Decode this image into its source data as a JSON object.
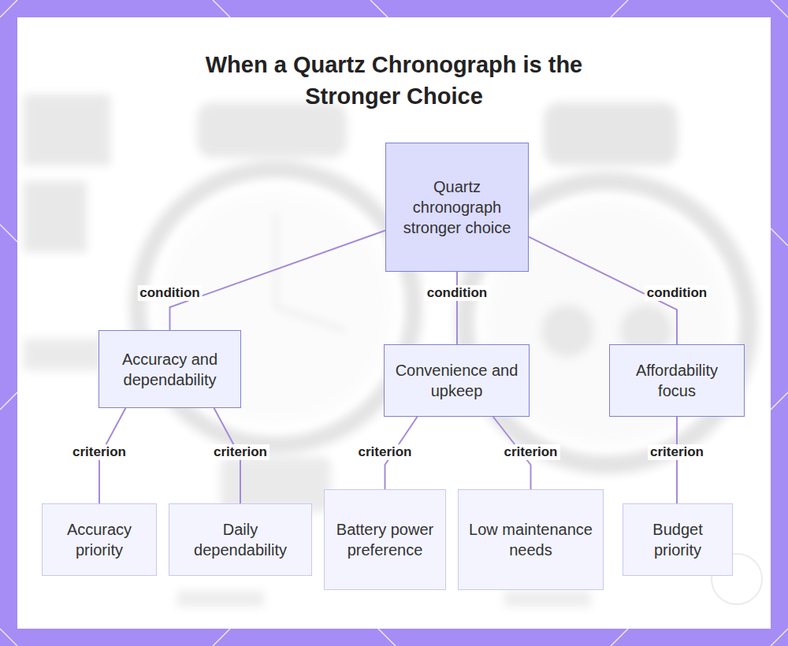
{
  "diagram": {
    "title": "When a Quartz Chronograph is the Stronger Choice",
    "nodes": [
      {
        "text": [
          "Quartz chronograph stronger choice"
        ]
      },
      {
        "text": [
          "Accuracy and dependability"
        ]
      },
      {
        "text": [
          "Convenience and upkeep"
        ]
      },
      {
        "text": [
          "Affordability focus"
        ]
      },
      {
        "text": [
          "Accuracy priority"
        ]
      },
      {
        "text": [
          "Daily dependability"
        ]
      },
      {
        "text": [
          "Battery power preference"
        ]
      },
      {
        "text": [
          "Low maintenance needs"
        ]
      },
      {
        "text": [
          "Budget priority"
        ]
      }
    ],
    "edges": [
      {
        "from": 0,
        "to": 1,
        "label": "condition",
        "arrow": "none"
      },
      {
        "from": 0,
        "to": 2,
        "label": "condition",
        "arrow": "none"
      },
      {
        "from": 0,
        "to": 3,
        "label": "condition",
        "arrow": "none"
      },
      {
        "from": 1,
        "to": 4,
        "label": "criterion",
        "arrow": "none"
      },
      {
        "from": 1,
        "to": 5,
        "label": "criterion",
        "arrow": "none"
      },
      {
        "from": 2,
        "to": 6,
        "label": "criterion",
        "arrow": "none"
      },
      {
        "from": 2,
        "to": 7,
        "label": "criterion",
        "arrow": "none"
      },
      {
        "from": 3,
        "to": 8,
        "label": "criterion",
        "arrow": "none"
      }
    ]
  }
}
